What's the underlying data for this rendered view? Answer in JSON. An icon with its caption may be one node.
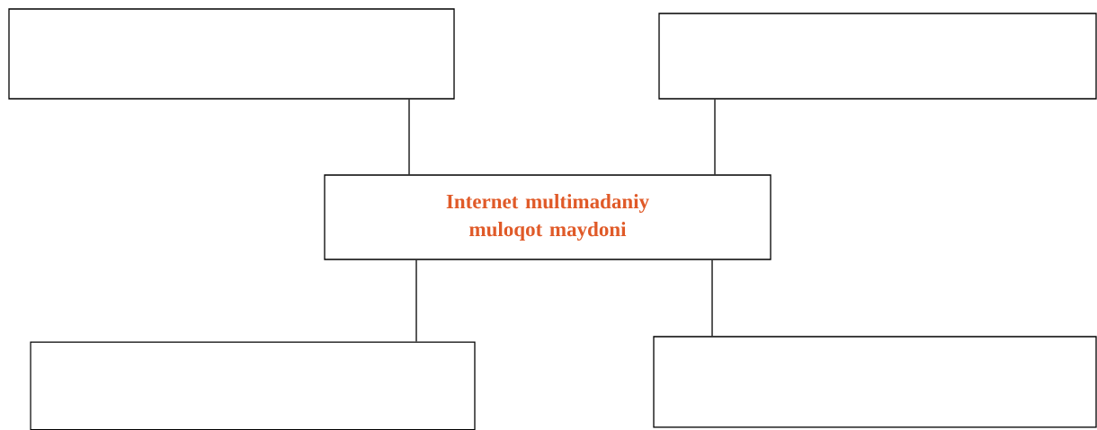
{
  "diagram": {
    "nodes": [
      {
        "text": [],
        "shape": "box"
      },
      {
        "text": [],
        "shape": "box"
      },
      {
        "text": [
          "Internet multimadaniy muloqot maydoni"
        ]
      },
      {
        "text": [],
        "shape": "box"
      },
      {
        "text": [],
        "shape": "box"
      }
    ],
    "edges": [
      {
        "from": 0,
        "to": 2,
        "arrow": "none"
      },
      {
        "from": 1,
        "to": 2,
        "arrow": "none"
      },
      {
        "from": 2,
        "to": 3,
        "arrow": "none"
      },
      {
        "from": 2,
        "to": 4,
        "arrow": "none"
      }
    ]
  }
}
